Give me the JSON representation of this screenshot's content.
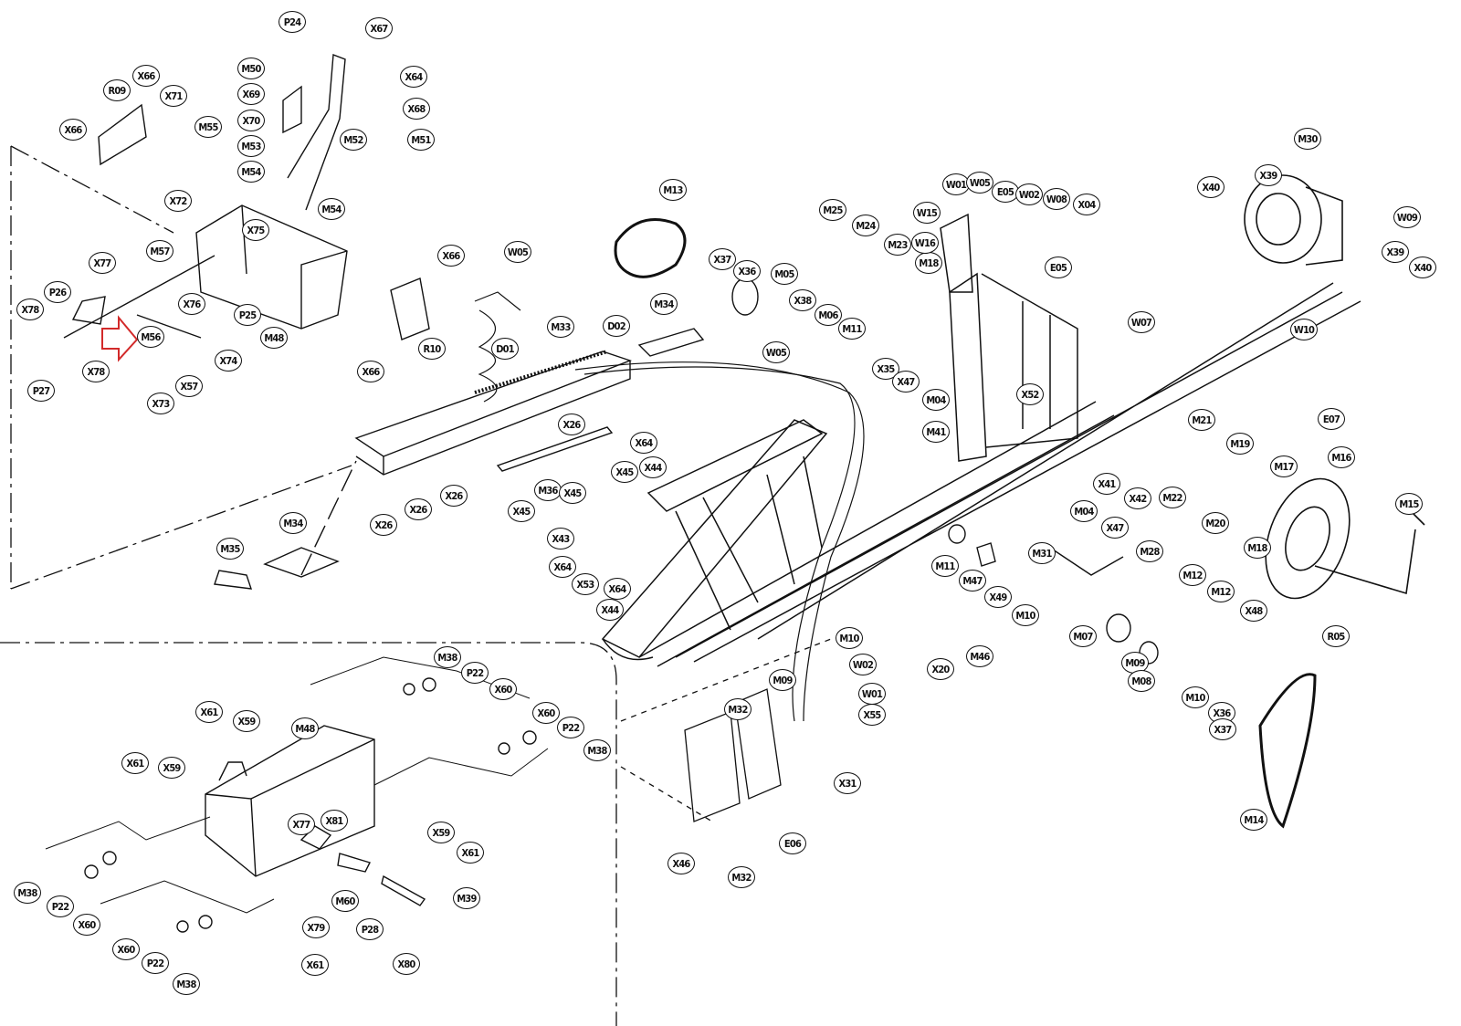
{
  "diagram": {
    "type": "exploded parts diagram",
    "highlight_color": "#d22a2a",
    "highlighted_part": "M56",
    "labels": [
      "P24",
      "X67",
      "M50",
      "X64",
      "X69",
      "X68",
      "X70",
      "M52",
      "M51",
      "M53",
      "M54",
      "M54",
      "X75",
      "X66",
      "R09",
      "X66",
      "X71",
      "M55",
      "X72",
      "X77",
      "M57",
      "P26",
      "X78",
      "X76",
      "P25",
      "M48",
      "M56",
      "X74",
      "X78",
      "P27",
      "X73",
      "X57",
      "X66",
      "R10",
      "X66",
      "W05",
      "M13",
      "X37",
      "X36",
      "M05",
      "X38",
      "M06",
      "M11",
      "M34",
      "M33",
      "D02",
      "D01",
      "X26",
      "X45",
      "X64",
      "X44",
      "X26",
      "X26",
      "X26",
      "X45",
      "M36",
      "X45",
      "M34",
      "M35",
      "W05",
      "X43",
      "X64",
      "X53",
      "X64",
      "X44",
      "M25",
      "M24",
      "M23",
      "M18",
      "W01",
      "W05",
      "E05",
      "W02",
      "W08",
      "X04",
      "W15",
      "W16",
      "E05",
      "W07",
      "X35",
      "X47",
      "M04",
      "X52",
      "M41",
      "M30",
      "X40",
      "X39",
      "W09",
      "X39",
      "X40",
      "W10",
      "E07",
      "M21",
      "M19",
      "M16",
      "M17",
      "M15",
      "M22",
      "X41",
      "X42",
      "M20",
      "M18",
      "M04",
      "X47",
      "M28",
      "M31",
      "M11",
      "M47",
      "X49",
      "M12",
      "M12",
      "M10",
      "X48",
      "M07",
      "R05",
      "X20",
      "M46",
      "M09",
      "M08",
      "M10",
      "X36",
      "X37",
      "M14",
      "M10",
      "W02",
      "M09",
      "W01",
      "X55",
      "M32",
      "X31",
      "E06",
      "X46",
      "M32",
      "M38",
      "P22",
      "X60",
      "X61",
      "X59",
      "X60",
      "P22",
      "M38",
      "M48",
      "X61",
      "X59",
      "X77",
      "X81",
      "X59",
      "X61",
      "M38",
      "P22",
      "X60",
      "M60",
      "X79",
      "P28",
      "M39",
      "X60",
      "P22",
      "M38",
      "X61",
      "X80"
    ]
  }
}
